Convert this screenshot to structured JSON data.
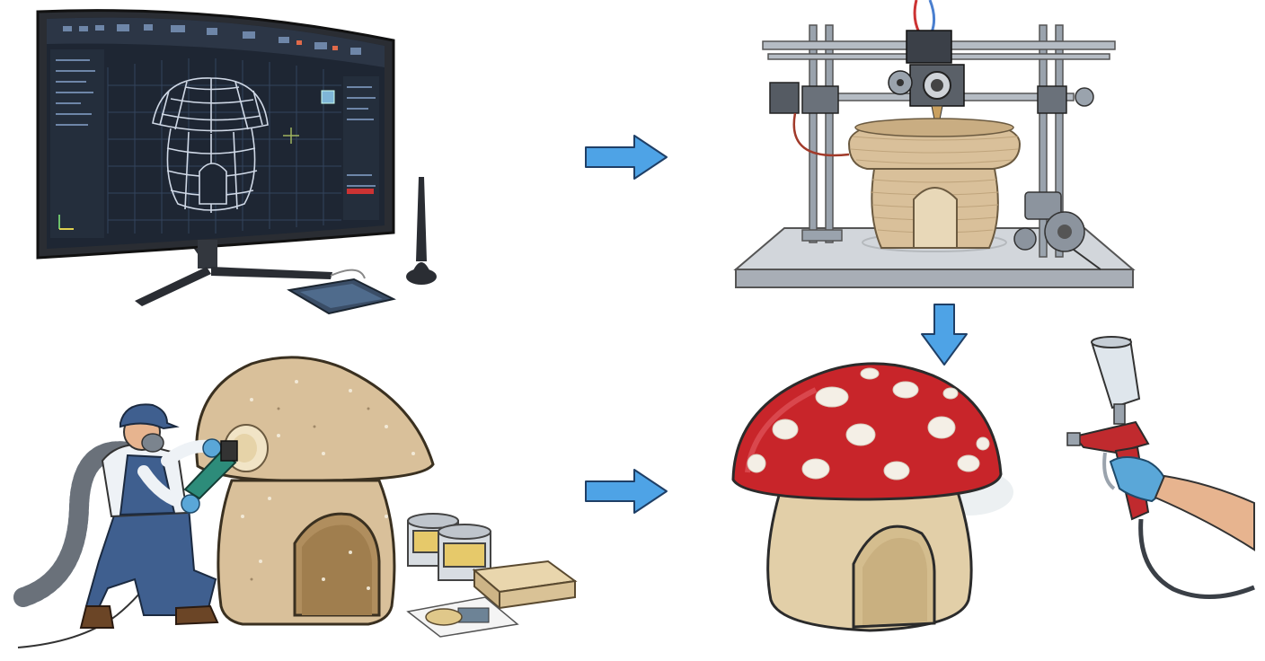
{
  "steps": [
    {
      "icon": "cad-workstation-icon"
    },
    {
      "icon": "3d-printer-icon"
    },
    {
      "icon": "sanding-worker-icon"
    },
    {
      "icon": "painted-mushroom-house-icon"
    },
    {
      "icon": "spray-gun-icon"
    }
  ],
  "arrows": [
    {
      "direction": "right"
    },
    {
      "direction": "down"
    },
    {
      "direction": "right"
    }
  ],
  "colors": {
    "arrow_fill": "#4ea3e6",
    "arrow_stroke": "#1f3f66",
    "monitor_frame": "#2a2d33",
    "screen_bg": "#1e2633",
    "wireframe": "#cfd8e6",
    "print_beige": "#d9c09a",
    "cap_red": "#c8252a",
    "cap_spot": "#f4efe6",
    "overalls_blue": "#3f5f8f",
    "glove_blue": "#5aa7d8",
    "metal_gray": "#9aa3ad",
    "line_dark": "#2b2b2b"
  }
}
